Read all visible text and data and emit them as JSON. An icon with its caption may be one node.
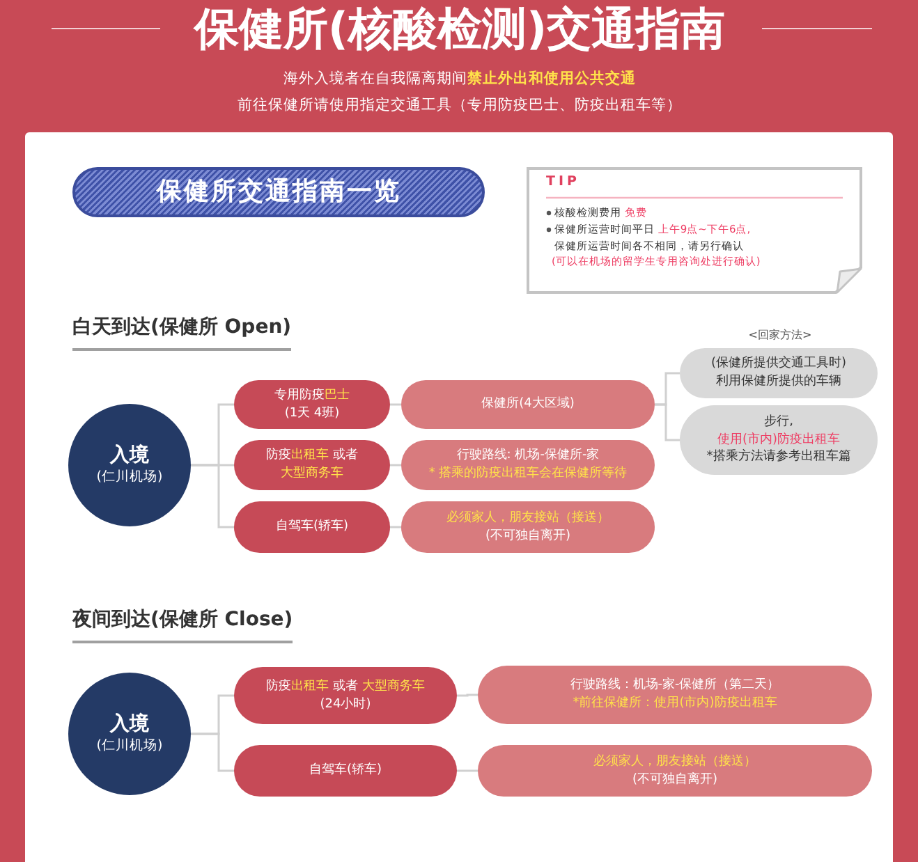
{
  "diagram": {
    "title": "保健所(核酸检测)交通指南",
    "nodes": [
      {
        "text": [
          "保健所交通指南一览"
        ]
      },
      {
        "text": [
          "TIP",
          "核酸检测费用 **免费**",
          "保健所运营时间平日 **上午9点~下午6点,**",
          "保健所运营时间各不相同，请另行确认",
          "(可以在机场的留学生专用咨询处进行确认)"
        ]
      },
      {
        "text": [
          "入境",
          "(仁川机场)"
        ]
      },
      {
        "text": [
          "专用防疫**巴士**",
          "(1天 4班)"
        ]
      },
      {
        "text": [
          "保健所(4大区域)"
        ]
      },
      {
        "text": [
          "(保健所提供交通工具时)",
          "利用保健所提供的车辆"
        ]
      },
      {
        "text": [
          "步行,",
          "使用(市内)防疫出租车",
          "*搭乘方法请参考出租车篇"
        ]
      },
      {
        "text": [
          "防疫**出租车** 或者",
          "大型商务车"
        ]
      },
      {
        "text": [
          "行驶路线: 机场-保健所-家",
          "* 搭乘的防疫出租车会在保健所等待"
        ]
      },
      {
        "text": [
          "自驾车(轿车)"
        ]
      },
      {
        "text": [
          "必须家人，朋友接站（接送）",
          "(不可独自离开)"
        ]
      },
      {
        "text": [
          "入境",
          "(仁川机场)"
        ]
      },
      {
        "text": [
          "防疫**出租车** 或者 **大型商务车**",
          "(24小时)"
        ]
      },
      {
        "text": [
          "行驶路线：机场-家-保健所（第二天）",
          "*前往保健所：使用(市内)防疫出租车"
        ]
      },
      {
        "text": [
          "自驾车(轿车)"
        ]
      },
      {
        "text": [
          "必须家人，朋友接站（接送）",
          "(不可独自离开)"
        ]
      }
    ],
    "edges": [
      {
        "from": 2,
        "to": 3,
        "arrow": "none"
      },
      {
        "from": 2,
        "to": 7,
        "arrow": "none"
      },
      {
        "from": 2,
        "to": 9,
        "arrow": "none"
      },
      {
        "from": 3,
        "to": 4,
        "arrow": "none"
      },
      {
        "from": 7,
        "to": 8,
        "arrow": "none"
      },
      {
        "from": 9,
        "to": 10,
        "arrow": "none"
      },
      {
        "from": 4,
        "to": 5,
        "arrow": "none"
      },
      {
        "from": 4,
        "to": 6,
        "arrow": "none"
      },
      {
        "from": 11,
        "to": 12,
        "arrow": "none"
      },
      {
        "from": 11,
        "to": 14,
        "arrow": "none"
      },
      {
        "from": 12,
        "to": 13,
        "arrow": "none"
      },
      {
        "from": 14,
        "to": 15,
        "arrow": "none"
      }
    ],
    "labels": [
      "海外入境者在自我隔离期间**禁止外出和使用公共交通**",
      "前往保健所请使用指定交通工具（专用防疫巴士、防疫出租车等）",
      "白天到达(保健所 Open)",
      "<回家方法>",
      "夜间到达(保健所 Close)"
    ]
  }
}
